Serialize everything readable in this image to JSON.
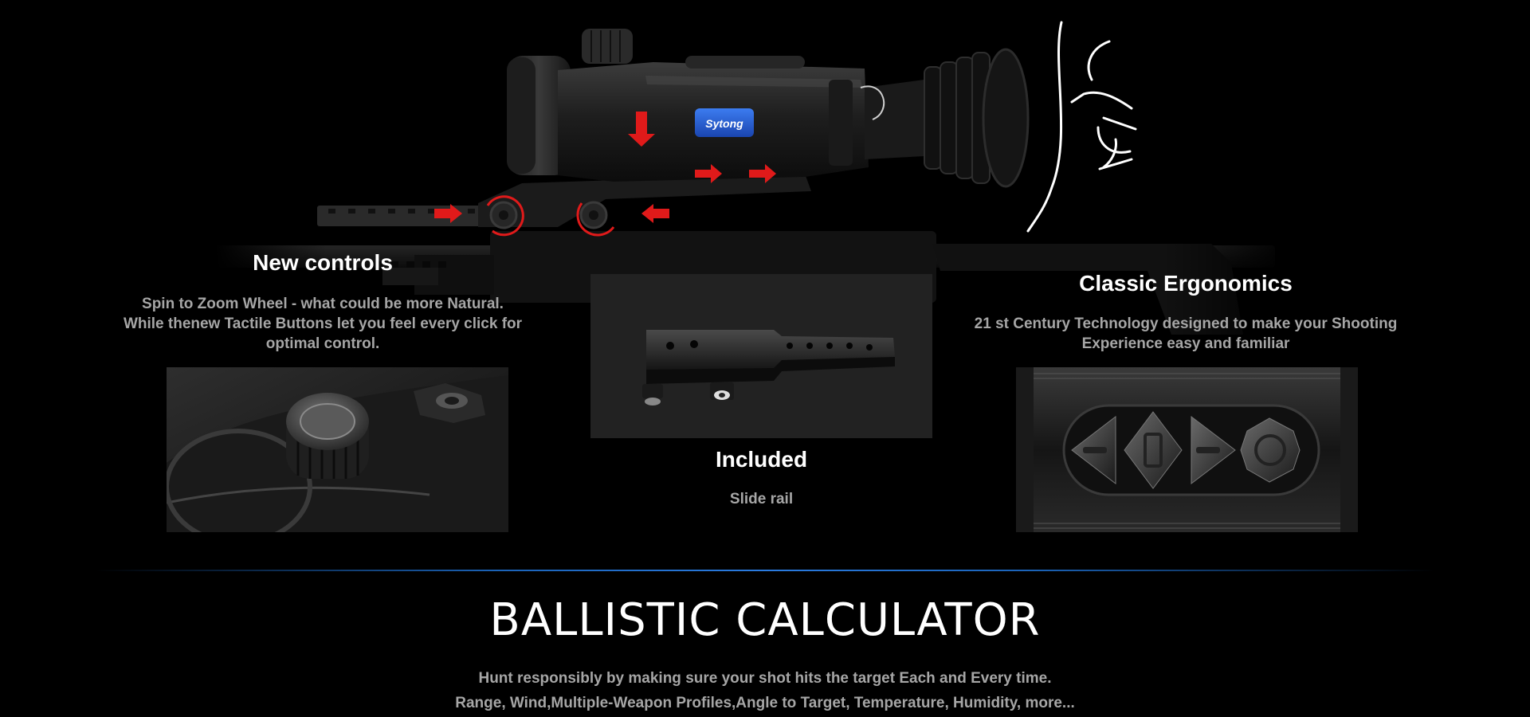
{
  "product": {
    "brand_badge": "Sytong"
  },
  "features": {
    "new_controls": {
      "title": "New controls",
      "lines": [
        "Spin to Zoom Wheel - what could be more Natural.",
        "While thenew Tactile Buttons let you feel every click for",
        "optimal control."
      ]
    },
    "included": {
      "title": "Included",
      "subtitle": "Slide rail"
    },
    "classic_ergonomics": {
      "title": "Classic Ergonomics",
      "lines": [
        "21 st Century Technology designed to make your Shooting",
        "Experience easy and familiar"
      ]
    }
  },
  "ballistic": {
    "title": "BALLISTIC CALCULATOR",
    "lines": [
      "Hunt responsibly by making sure your shot hits the target Each and Every time.",
      "Range, Wind,Multiple-Weapon Profiles,Angle to Target, Temperature, Humidity, more..."
    ]
  },
  "colors": {
    "background": "#000000",
    "body_text": "#a6a6a6",
    "accent_red": "#e01a1a",
    "badge_blue": "#1f56c9",
    "divider_blue": "#2a7be0"
  },
  "icons": {
    "direction_arrows": "red-arrow-icon",
    "rotation_markers": "red-rotate-icon",
    "face_sketch": "face-sketch-icon"
  }
}
